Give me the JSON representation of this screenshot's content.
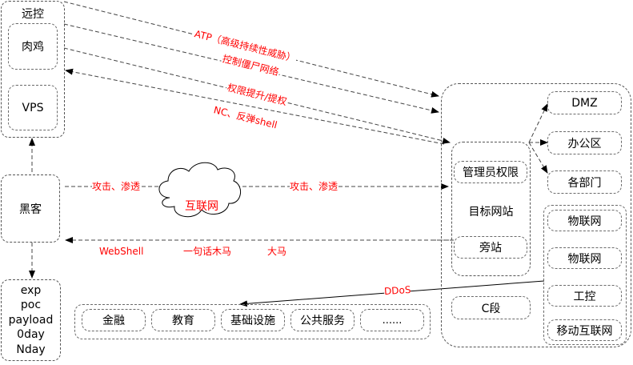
{
  "nodes": {
    "remote_control": "远控",
    "zombie": "肉鸡",
    "vps": "VPS",
    "hacker": "黑客",
    "toolkit": [
      "exp",
      "poc",
      "payload",
      "0day",
      "Nday"
    ],
    "internet": "互联网",
    "admin_privilege": "管理员权限",
    "target_site": "目标网站",
    "side_site": "旁站",
    "c_segment": "C段",
    "internal": [
      "DMZ",
      "办公区",
      "各部门"
    ],
    "iot_group": [
      "物联网",
      "物联网",
      "工控",
      "移动互联网"
    ],
    "sectors": [
      "金融",
      "教育",
      "基础设施",
      "公共服务",
      "......"
    ]
  },
  "edges": {
    "apt": "ATP（高级持续性威胁）",
    "botnet": "控制僵尸网络",
    "privesc": "权限提升/提权",
    "reverse_shell": "NC、反弹shell",
    "attack1": "攻击、渗透",
    "attack2": "攻击、渗透",
    "webshell": "WebShell",
    "one_liner": "一句话木马",
    "big_trojan": "大马",
    "ddos": "DDoS"
  },
  "colors": {
    "edge_label": "#ff0000",
    "border": "#555555",
    "text": "#000000"
  }
}
